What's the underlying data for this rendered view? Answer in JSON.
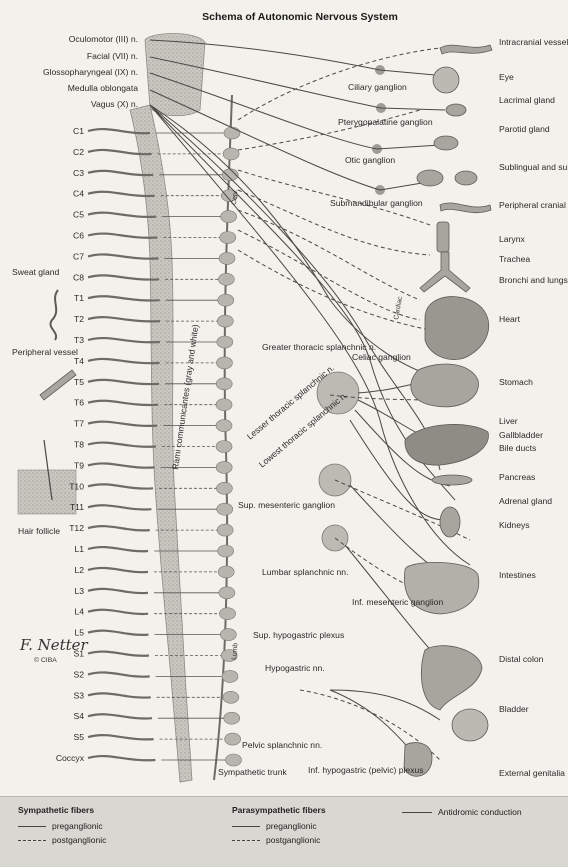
{
  "title": "Schema of Autonomic Nervous System",
  "cranial_nerves": [
    "Oculomotor (III) n.",
    "Facial (VII) n.",
    "Glossopharyngeal (IX) n.",
    "Medulla oblongata",
    "Vagus (X) n."
  ],
  "spinal_levels": [
    "C1",
    "C2",
    "C3",
    "C4",
    "C5",
    "C6",
    "C7",
    "C8",
    "T1",
    "T2",
    "T3",
    "T4",
    "T5",
    "T6",
    "T7",
    "T8",
    "T9",
    "T10",
    "T11",
    "T12",
    "L1",
    "L2",
    "L3",
    "L4",
    "L5",
    "S1",
    "S2",
    "S3",
    "S4",
    "S5",
    "Coccyx"
  ],
  "left_labels": {
    "sweat_gland": "Sweat gland",
    "peripheral_vessel": "Peripheral vessel",
    "hair_follicle": "Hair follicle",
    "signature": "F. Netter",
    "ciba": "© CIBA"
  },
  "ganglia": {
    "ciliary": "Ciliary ganglion",
    "pterygopalatine": "Pterygopalatine ganglion",
    "otic": "Otic ganglion",
    "submandibular": "Submandibular ganglion",
    "celiac": "Celiac ganglion",
    "sup_mesenteric": "Sup. mesenteric ganglion",
    "inf_mesenteric": "Inf. mesenteric ganglion"
  },
  "nerves": {
    "greater_splanchnic": "Greater thoracic splanchnic n.",
    "lesser_splanchnic": "Lesser thoracic splanchnic n.",
    "lowest_splanchnic": "Lowest thoracic splanchnic n.",
    "lumbar_splanchnic": "Lumbar splanchnic nn.",
    "sup_hypogastric": "Sup. hypogastric plexus",
    "hypogastric": "Hypogastric nn.",
    "pelvic_splanchnic": "Pelvic splanchnic nn.",
    "inf_hypogastric": "Inf. hypogastric (pelvic) plexus",
    "sympathetic_trunk": "Sympathetic trunk",
    "rami": "Rami communicantes (gray and white)",
    "cardiac": "Cardiac",
    "cervical": "Cerv.",
    "lumbar": "Lumb"
  },
  "organs": [
    "Intracranial vessels",
    "Eye",
    "Lacrimal gland",
    "Parotid gland",
    "Sublingual and submandibular glands",
    "Peripheral cranial blood vessels",
    "Larynx",
    "Trachea",
    "Bronchi and lungs",
    "Heart",
    "Stomach",
    "Liver",
    "Gallbladder",
    "Bile ducts",
    "Pancreas",
    "Adrenal gland",
    "Kidneys",
    "Intestines",
    "Distal colon",
    "Bladder",
    "External genitalia"
  ],
  "legend": {
    "sympathetic": {
      "title": "Sympathetic fibers",
      "pre": "preganglionic",
      "post": "postganglionic"
    },
    "parasympathetic": {
      "title": "Parasympathetic fibers",
      "pre": "preganglionic",
      "post": "postganglionic"
    },
    "antidromic": "Antidromic conduction"
  },
  "colors": {
    "paper": "#f3f1ec",
    "ink": "#3a3a3a",
    "ganglion": "#b8b6b0",
    "cord": "#cfccc6",
    "legend_bg": "#d9d7d2"
  }
}
